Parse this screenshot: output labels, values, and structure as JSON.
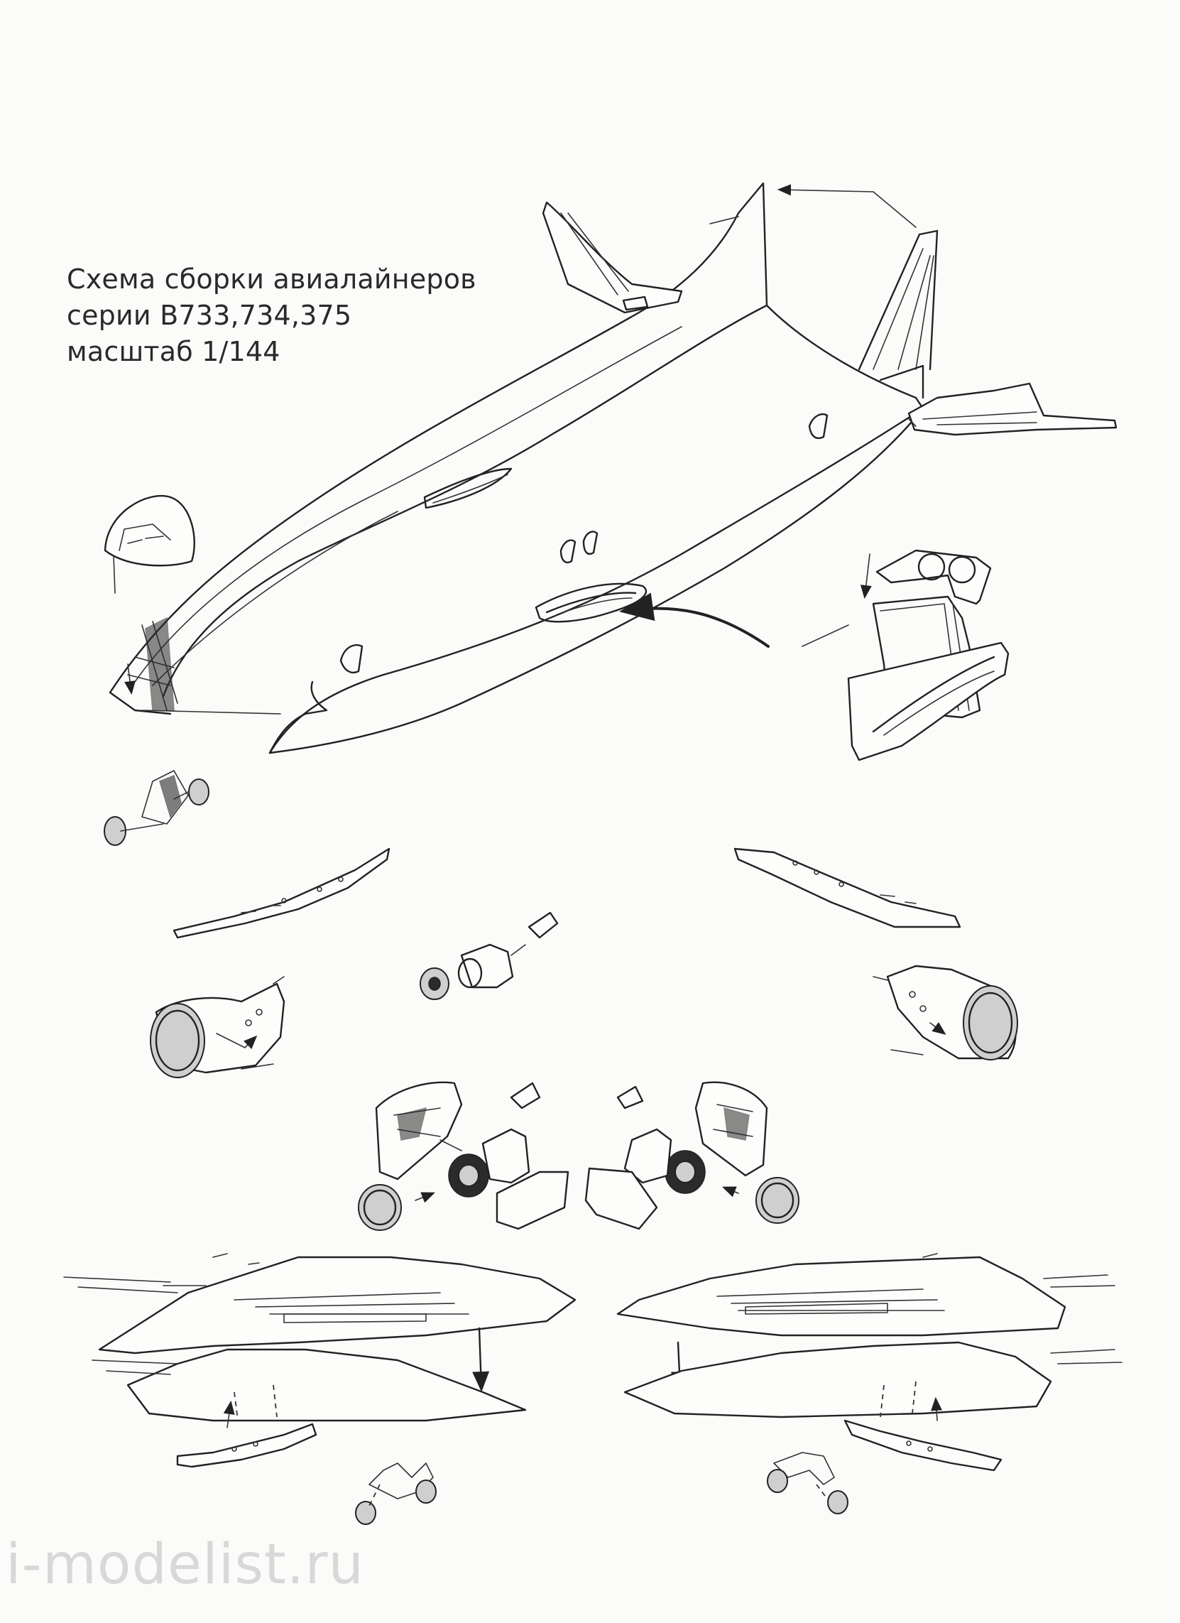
{
  "title_lines": [
    "Схема сборки авиалайнеров",
    "серии B733,734,375",
    "масштаб 1/144"
  ],
  "watermark": "i-modelist.ru"
}
